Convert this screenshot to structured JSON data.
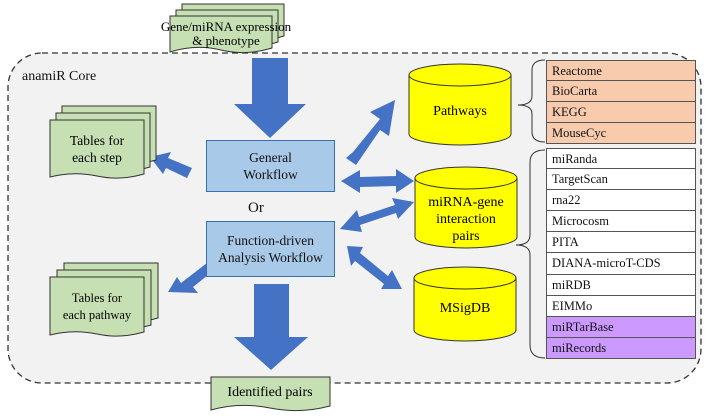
{
  "core_label": "anamiR Core",
  "input_doc": {
    "line1": "Gene/miRNA expression",
    "line2": "& phenotype"
  },
  "general_workflow": {
    "line1": "General",
    "line2": "Workflow"
  },
  "or_label": "Or",
  "function_workflow": {
    "line1": "Function-driven",
    "line2": "Analysis Workflow"
  },
  "tables_step": {
    "line1": "Tables for",
    "line2": "each step"
  },
  "tables_pathway": {
    "line1": "Tables for",
    "line2": "each pathway"
  },
  "identified_pairs": "Identified pairs",
  "databases": {
    "pathways": "Pathways",
    "mirna_gene": {
      "line1": "miRNA-gene",
      "line2": "interaction",
      "line3": "pairs"
    },
    "msigdb": "MSigDB"
  },
  "pathway_sources": [
    "Reactome",
    "BioCarta",
    "KEGG",
    "MouseCyc"
  ],
  "target_sources": [
    {
      "label": "miRanda",
      "kind": "predicted"
    },
    {
      "label": "TargetScan",
      "kind": "predicted"
    },
    {
      "label": "rna22",
      "kind": "predicted"
    },
    {
      "label": "Microcosm",
      "kind": "predicted"
    },
    {
      "label": "PITA",
      "kind": "predicted"
    },
    {
      "label": "DIANA-microT-CDS",
      "kind": "predicted"
    },
    {
      "label": "miRDB",
      "kind": "predicted"
    },
    {
      "label": "EIMMo",
      "kind": "predicted"
    },
    {
      "label": "miRTarBase",
      "kind": "validated"
    },
    {
      "label": "miRecords",
      "kind": "validated"
    }
  ],
  "colors": {
    "arrow": "#4472c4",
    "workflow_box": "#a9c9e8",
    "document": "#c6e0b4",
    "database": "#ffff00",
    "pathway_item": "#f8cbad",
    "predicted_item": "#ffffff",
    "validated_item": "#cc99ff"
  }
}
